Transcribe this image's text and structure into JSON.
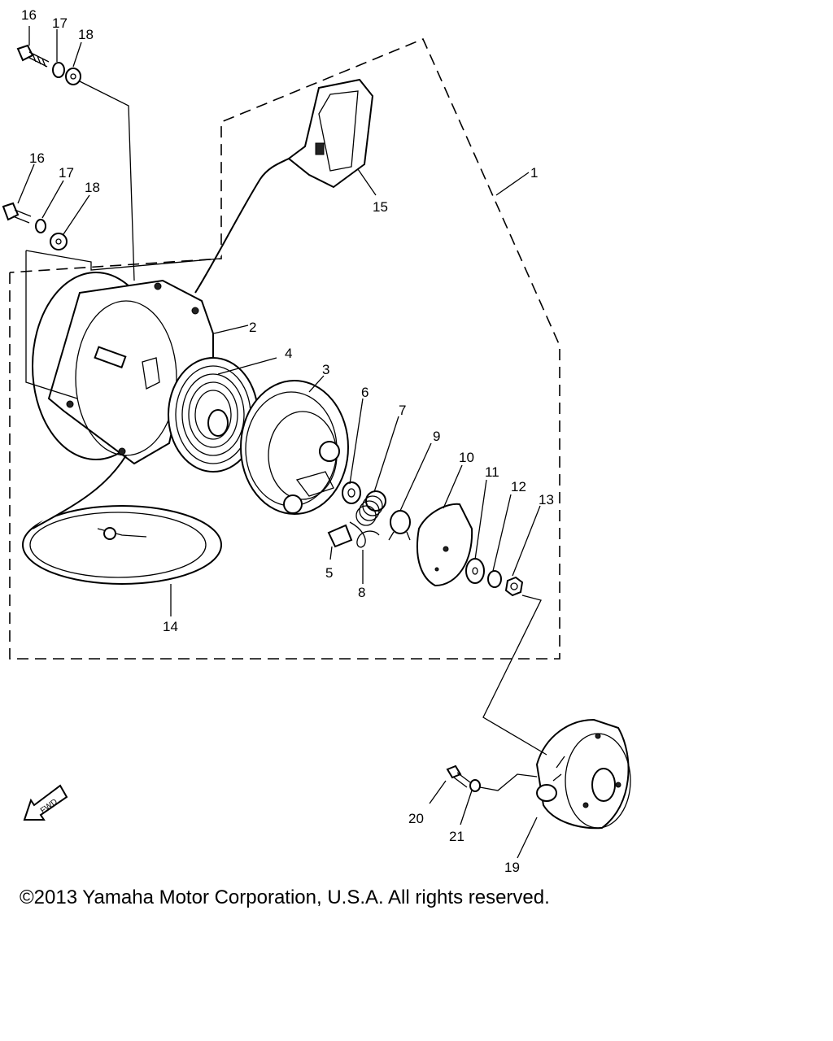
{
  "diagram": {
    "labels": [
      {
        "id": "p1",
        "text": "1"
      },
      {
        "id": "p2",
        "text": "2"
      },
      {
        "id": "p3",
        "text": "3"
      },
      {
        "id": "p4",
        "text": "4"
      },
      {
        "id": "p5",
        "text": "5"
      },
      {
        "id": "p6",
        "text": "6"
      },
      {
        "id": "p7",
        "text": "7"
      },
      {
        "id": "p8",
        "text": "8"
      },
      {
        "id": "p9",
        "text": "9"
      },
      {
        "id": "p10",
        "text": "10"
      },
      {
        "id": "p11",
        "text": "11"
      },
      {
        "id": "p12",
        "text": "12"
      },
      {
        "id": "p13",
        "text": "13"
      },
      {
        "id": "p14",
        "text": "14"
      },
      {
        "id": "p15",
        "text": "15"
      },
      {
        "id": "p16a",
        "text": "16"
      },
      {
        "id": "p17a",
        "text": "17"
      },
      {
        "id": "p18a",
        "text": "18"
      },
      {
        "id": "p16b",
        "text": "16"
      },
      {
        "id": "p17b",
        "text": "17"
      },
      {
        "id": "p18b",
        "text": "18"
      },
      {
        "id": "p19",
        "text": "19"
      },
      {
        "id": "p20",
        "text": "20"
      },
      {
        "id": "p21",
        "text": "21"
      }
    ],
    "fwd_label": "FWD"
  },
  "footer": {
    "copyright": "©2013 Yamaha Motor Corporation, U.S.A. All rights reserved."
  }
}
